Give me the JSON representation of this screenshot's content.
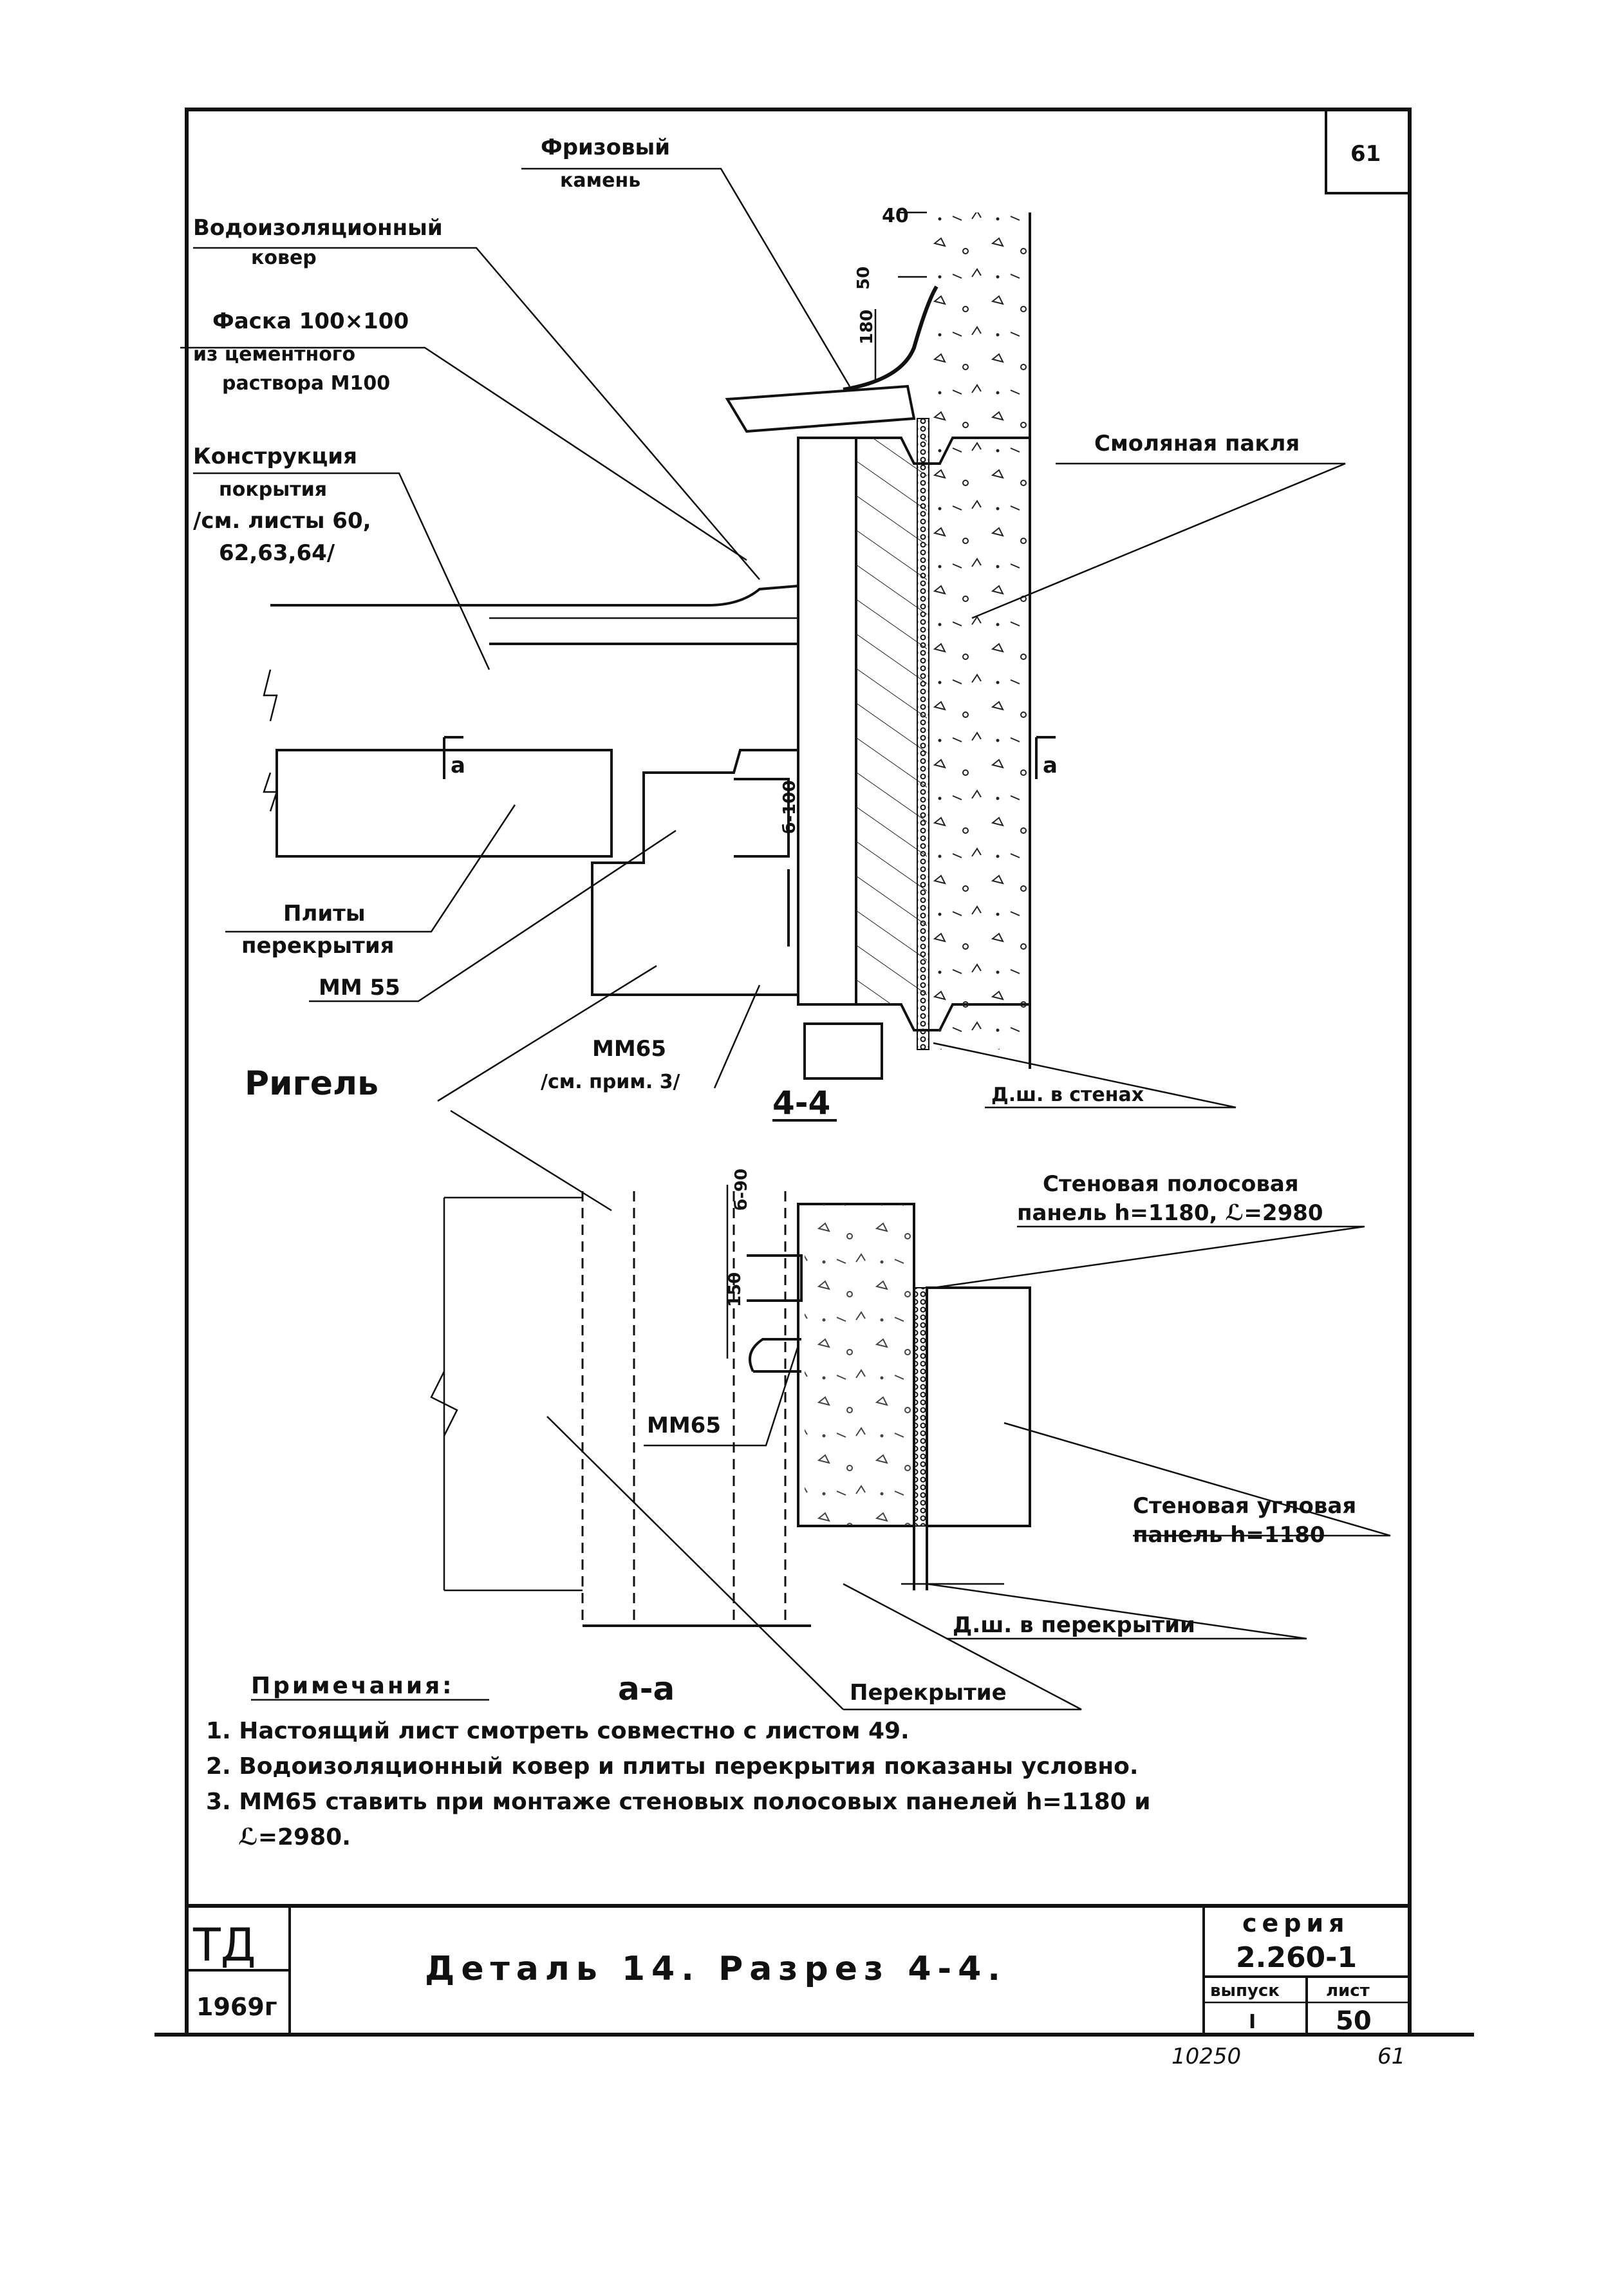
{
  "sheet_corner_number": "61",
  "labels": {
    "frieze_stone_1": "Фризовый",
    "frieze_stone_2": "камень",
    "waterproof_carpet_1": "Водоизоляционный",
    "waterproof_carpet_2": "ковер",
    "chamfer_1": "Фаска 100×100",
    "chamfer_2": "из цементного",
    "chamfer_3": "раствора М100",
    "roof_1": "Конструкция",
    "roof_2": "покрытия",
    "roof_3": "/см. листы 60,",
    "roof_4": "62,63,64/",
    "resin_tow": "Смоляная пакля",
    "slabs_1": "Плиты",
    "slabs_2": "перекрытия",
    "mm55": "ММ 55",
    "mm65_top": "ММ65",
    "mm65_note": "/см. прим. 3/",
    "rigel": "Ригель",
    "joint_walls": "Д.ш. в стенах",
    "section_44": "4-4",
    "strip_panel_1": "Стеновая полосовая",
    "strip_panel_2": "панель h=1180, ℒ=2980",
    "mm65_bottom": "ММ65",
    "corner_panel_1": "Стеновая угловая",
    "corner_panel_2": "панель h=1180",
    "joint_floor": "Д.ш. в перекрытии",
    "section_aa": "а-а",
    "floor": "Перекрытие",
    "mark_a_left": "а",
    "mark_a_right": "а"
  },
  "dimensions": {
    "d40": "40",
    "d50": "50",
    "d180": "180",
    "d100": "б-100",
    "d90": "б-90",
    "d150": "150"
  },
  "notes": {
    "heading": "Примечания:",
    "items": [
      "1. Настоящий лист смотреть совместно с листом 49.",
      "2. Водоизоляционный ковер и плиты перекрытия показаны условно.",
      "3. ММ65 ставить при монтаже стеновых полосовых панелей h=1180 и",
      "ℒ=2980."
    ]
  },
  "title_block": {
    "org": "ТД",
    "year": "1969г",
    "title": "Деталь 14.   Разрез 4-4.",
    "series_label": "серия",
    "series_value": "2.260-1",
    "issue_label": "выпуск",
    "issue_value": "I",
    "sheet_label": "лист",
    "sheet_value": "50"
  },
  "footer": {
    "inv_number": "10250",
    "page": "61"
  }
}
